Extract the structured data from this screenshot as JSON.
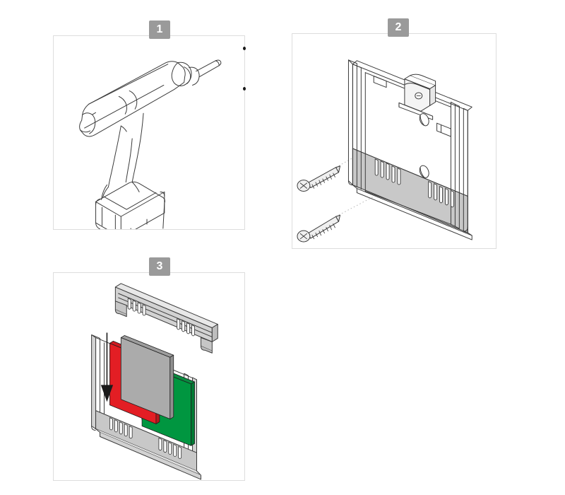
{
  "document": {
    "kind": "assembly-instruction-sheet",
    "background_color": "#ffffff",
    "panel_border_color": "#dddddd"
  },
  "badges": {
    "step1": "1",
    "step2": "2",
    "step3": "3",
    "background_color": "#9a9a9a",
    "text_color": "#ffffff"
  },
  "panels": [
    {
      "step": "1",
      "name": "drill-panel",
      "caption": "",
      "illustration": "cordless-drill",
      "line_color": "#3a3a3a",
      "markers": 2
    },
    {
      "step": "2",
      "name": "mounting-plate-panel",
      "caption": "",
      "illustration": "wall-mount-bracket-with-screws",
      "line_color": "#3a3a3a",
      "shaded_band_color": "#c8c8c8",
      "screw_count": 2,
      "mounting_hole_count": 2
    },
    {
      "step": "3",
      "name": "module-insertion-panel",
      "caption": "",
      "illustration": "exploded-module-insertion",
      "line_color": "#3a3a3a",
      "arrow_direction": "down",
      "parts": [
        {
          "name": "top-cover-rail",
          "color": "#b4b4b4"
        },
        {
          "name": "red-module",
          "color": "#e31e24"
        },
        {
          "name": "gray-module",
          "color": "#ababab"
        },
        {
          "name": "green-module",
          "color": "#009640"
        },
        {
          "name": "base-plate",
          "color": "#b4b4b4"
        }
      ]
    }
  ],
  "colors": {
    "red": "#e31e24",
    "green": "#009640",
    "gray": "#ababab",
    "plate_gray": "#c8c8c8",
    "outline": "#3a3a3a",
    "badge_gray": "#9a9a9a",
    "panel_border": "#dddddd"
  }
}
